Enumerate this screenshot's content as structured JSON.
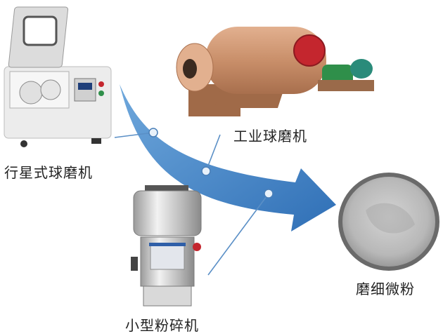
{
  "labels": {
    "planetary_mill": "行星式球磨机",
    "industrial_mill": "工业球磨机",
    "small_grinder": "小型粉碎机",
    "fine_powder": "磨细微粉"
  },
  "colors": {
    "arrow_blue": "#3b7fc4",
    "connector": "#5a8fc6",
    "mill_shell": "#c98f6a",
    "gear_red": "#c4262e",
    "motor_green": "#2f8f4a",
    "powder_grey": "#b9b9b9"
  }
}
